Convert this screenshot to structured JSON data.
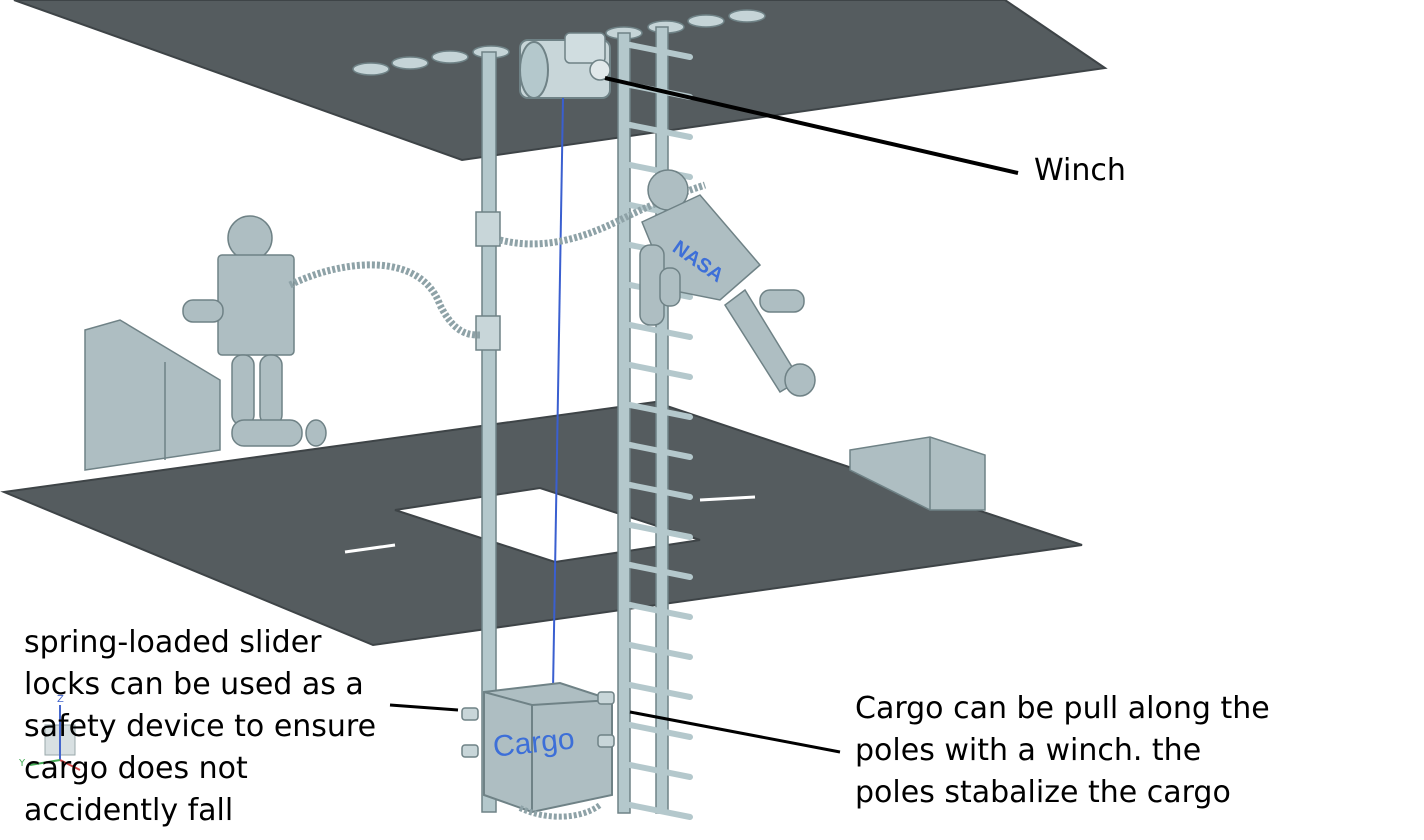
{
  "labels": {
    "winch": "Winch",
    "slider_locks": "spring-loaded slider\nlocks can be used as a\nsafety device to ensure\ncargo does not\naccidently fall",
    "cargo_poles": "Cargo can be pull along the\npoles with a winch.  the\npoles stabalize the cargo"
  },
  "graphics": {
    "cargo_box_text": "Cargo",
    "astronaut_emblem": "NASA",
    "axis_z": "Z",
    "axis_y": "Y"
  },
  "colors": {
    "platform_top": "#555c5f",
    "platform_edge": "#3e4447",
    "pole": "#b4c8cc",
    "pole_edge": "#6f8286",
    "robot_fill": "#aebec2",
    "cable": "#3a5fd0",
    "text_blue": "#3d6fd8",
    "leader_line": "#000000"
  }
}
